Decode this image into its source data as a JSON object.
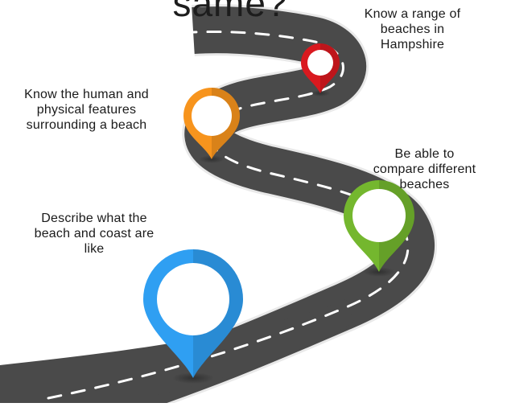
{
  "title": "same?",
  "steps": [
    {
      "label_lines": [
        "Know a range of",
        "beaches in",
        "Hampshire"
      ],
      "color": "#d9191f"
    },
    {
      "label_lines": [
        "Know the human and",
        "physical features",
        "surrounding a beach"
      ],
      "color": "#f7941d"
    },
    {
      "label_lines": [
        "Be able to",
        "compare different",
        "beaches"
      ],
      "color": "#74b72e"
    },
    {
      "label_lines": [
        "Describe what the",
        "beach and coast are",
        "like"
      ],
      "color": "#2f9ff2"
    }
  ],
  "road_color": "#4a4a4a",
  "marking_color": "#ffffff"
}
